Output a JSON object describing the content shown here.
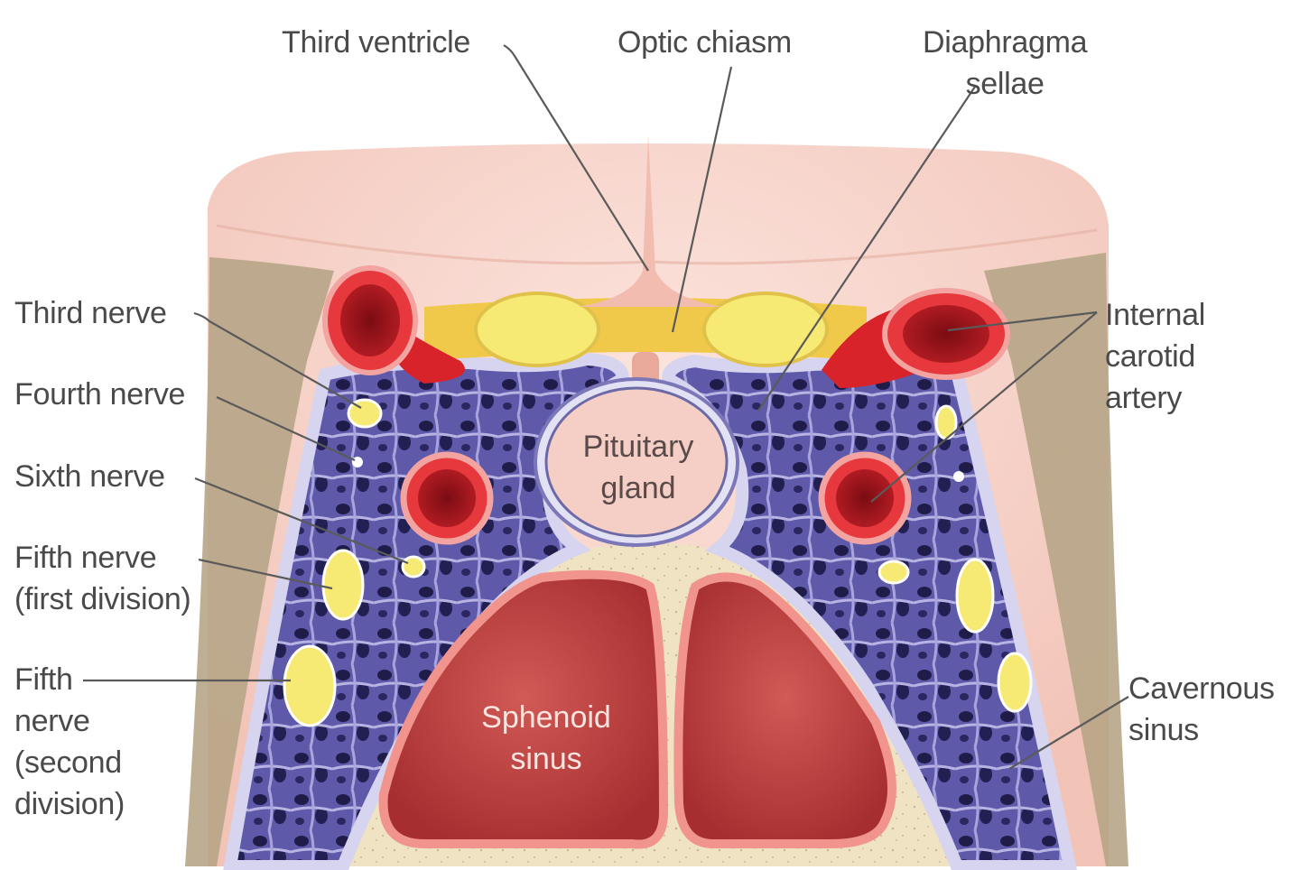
{
  "labels": {
    "third_ventricle": "Third ventricle",
    "optic_chiasm": "Optic chiasm",
    "diaphragma_sellae": "Diaphragma\nsellae",
    "third_nerve": "Third nerve",
    "fourth_nerve": "Fourth nerve",
    "sixth_nerve": "Sixth nerve",
    "fifth_nerve_first": "Fifth nerve\n(first division)",
    "fifth_nerve_second": "Fifth\nnerve\n(second\ndivision)",
    "internal_carotid_artery": "Internal\ncarotid\nartery",
    "cavernous_sinus": "Cavernous\nsinus",
    "pituitary_gland": "Pituitary\ngland",
    "sphenoid_sinus": "Sphenoid\nsinus"
  },
  "colors": {
    "brain": "#f6d4cc",
    "dura": "#b9a78a",
    "bone": "#efe3c4",
    "venous_sinus": "#5b57a6",
    "sinus_wall": "#d8d6ee",
    "artery": "#d8232a",
    "artery_dark": "#8e1016",
    "nerve": "#f7ea74",
    "pituitary": "#f5cfc6",
    "sphenoid_cavity": "#b8383a",
    "label_text": "#4a4a4a",
    "leader_line": "#5a5a5a"
  }
}
